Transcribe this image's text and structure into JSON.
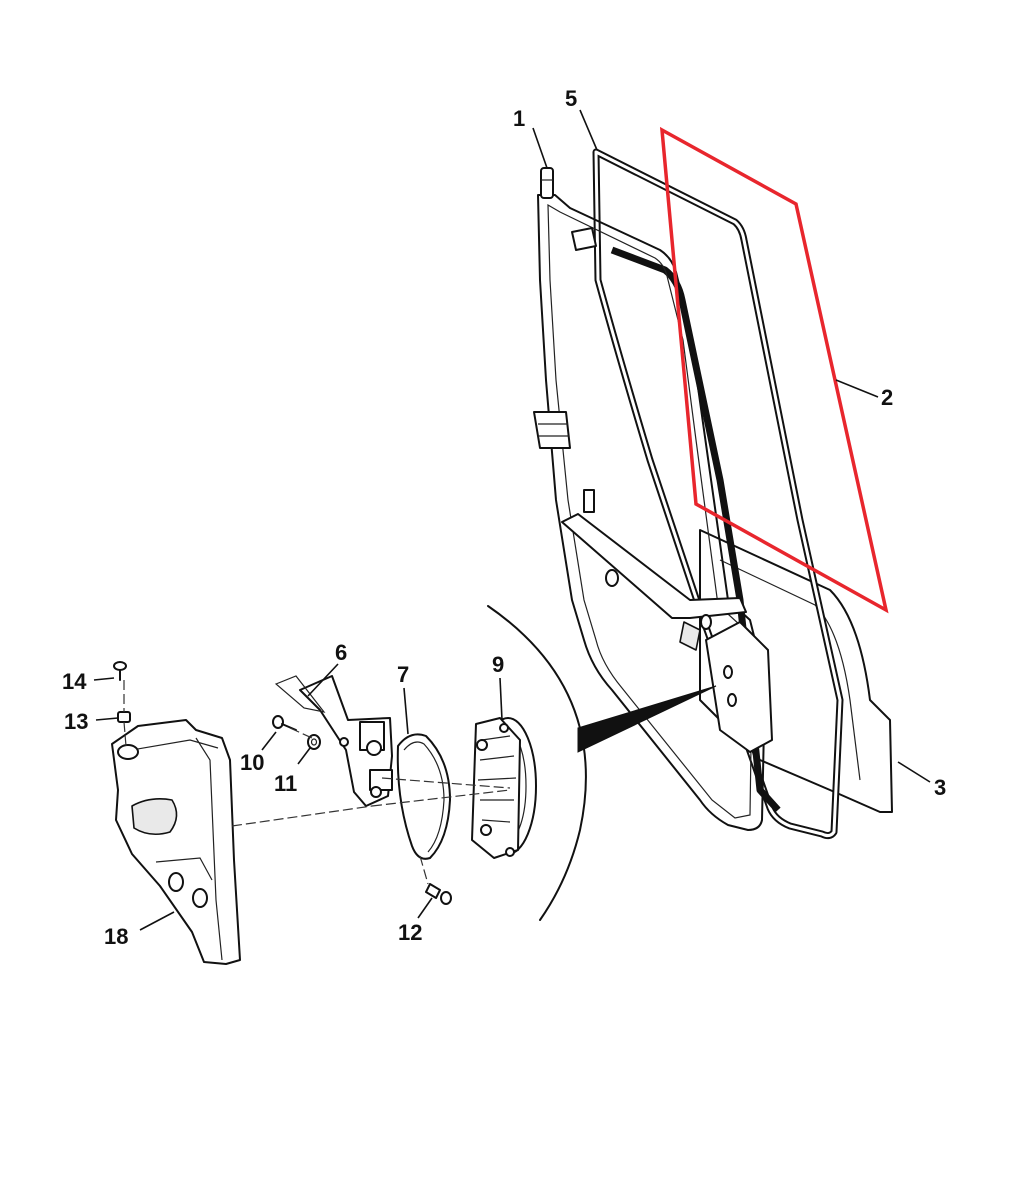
{
  "callouts": {
    "c1": "1",
    "c2": "2",
    "c3": "3",
    "c5": "5",
    "c6": "6",
    "c7": "7",
    "c9": "9",
    "c10": "10",
    "c11": "11",
    "c12": "12",
    "c13": "13",
    "c14": "14",
    "c18": "18"
  },
  "colors": {
    "highlight": "#e8262d",
    "line": "#111111",
    "background": "#ffffff"
  }
}
